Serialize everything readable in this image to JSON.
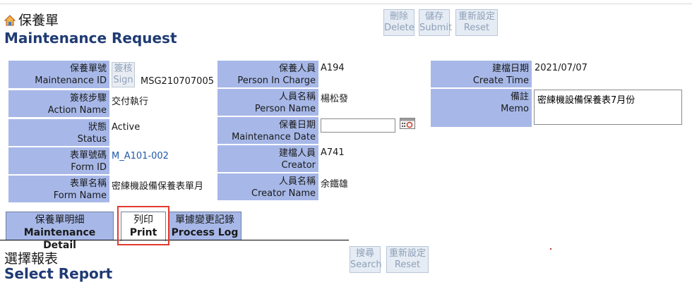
{
  "header": {
    "title_cn": "保養單",
    "title_en": "Maintenance Request",
    "buttons": [
      {
        "cn": "刪除",
        "en": "Delete"
      },
      {
        "cn": "儲存",
        "en": "Submit"
      },
      {
        "cn": "重新設定",
        "en": "Reset"
      }
    ]
  },
  "form": {
    "maintenance_id": {
      "cn": "保養單號",
      "en": "Maintenance ID",
      "value": "MSG210707005",
      "sign_cn": "簽核",
      "sign_en": "Sign"
    },
    "action_name": {
      "cn": "簽核步驟",
      "en": "Action Name",
      "value": "交付執行"
    },
    "status": {
      "cn": "狀態",
      "en": "Status",
      "value": "Active"
    },
    "form_id": {
      "cn": "表單號碼",
      "en": "Form ID",
      "value": "M_A101-002"
    },
    "form_name": {
      "cn": "表單名稱",
      "en": "Form Name",
      "value": "密練機設備保養表單月"
    },
    "person_in_charge": {
      "cn": "保養人員",
      "en": "Person In Charge",
      "value": "A194"
    },
    "person_name": {
      "cn": "人員名稱",
      "en": "Person Name",
      "value": "楊松發"
    },
    "maintenance_date": {
      "cn": "保養日期",
      "en": "Maintenance Date",
      "value": ""
    },
    "creator": {
      "cn": "建檔人員",
      "en": "Creator",
      "value": "A741"
    },
    "creator_name": {
      "cn": "人員名稱",
      "en": "Creator Name",
      "value": "余鐵雄"
    },
    "create_time": {
      "cn": "建檔日期",
      "en": "Create Time",
      "value": "2021/07/07"
    },
    "memo": {
      "cn": "備註",
      "en": "Memo",
      "value": "密練機設備保養表7月份"
    }
  },
  "tabs": [
    {
      "cn": "保養單明細",
      "en": "Maintenance Detail"
    },
    {
      "cn": "列印",
      "en": "Print"
    },
    {
      "cn": "單據變更記錄",
      "en": "Process Log"
    }
  ],
  "report": {
    "title_cn": "選擇報表",
    "title_en": "Select Report",
    "buttons": [
      {
        "cn": "搜尋",
        "en": "Search"
      },
      {
        "cn": "重新設定",
        "en": "Reset"
      }
    ]
  },
  "colors": {
    "label_bg": "#a7b8e8",
    "title": "#1f3b73",
    "highlight": "#e23a2e"
  },
  "icons": [
    "home-icon",
    "calendar-icon"
  ]
}
